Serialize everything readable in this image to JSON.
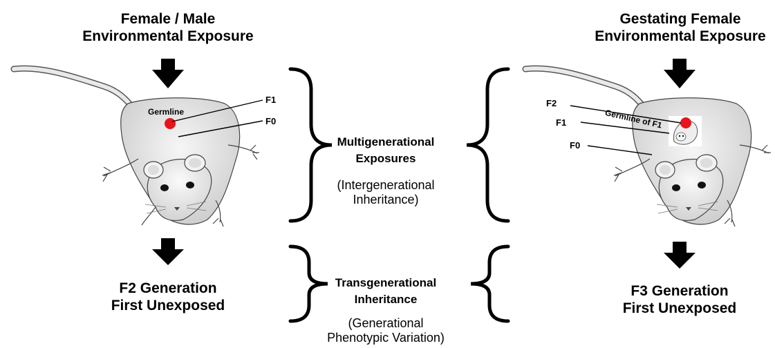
{
  "left": {
    "heading_line1": "Female / Male",
    "heading_line2": "Environmental Exposure",
    "labels": {
      "germline": "Germline",
      "f1": "F1",
      "f0": "F0"
    },
    "footer_line1": "F2 Generation",
    "footer_line2": "First Unexposed"
  },
  "right": {
    "heading_line1": "Gestating Female",
    "heading_line2": "Environmental Exposure",
    "labels": {
      "germline": "Germline of F1",
      "f2": "F2",
      "f1": "F1",
      "f0": "F0"
    },
    "footer_line1": "F3 Generation",
    "footer_line2": "First Unexposed"
  },
  "middle": {
    "multi_line1": "Multigenerational",
    "multi_line2": "Exposures",
    "inter_line1": "(Intergenerational",
    "inter_line2": "Inheritance)",
    "trans_line1": "Transgenerational",
    "trans_line2": "Inheritance",
    "pheno_line1": "(Generational",
    "pheno_line2": "Phenotypic Variation)"
  },
  "colors": {
    "germline_dot": "#e8141b",
    "arrow": "#000000",
    "rat_fill": "#e6e6e6"
  }
}
